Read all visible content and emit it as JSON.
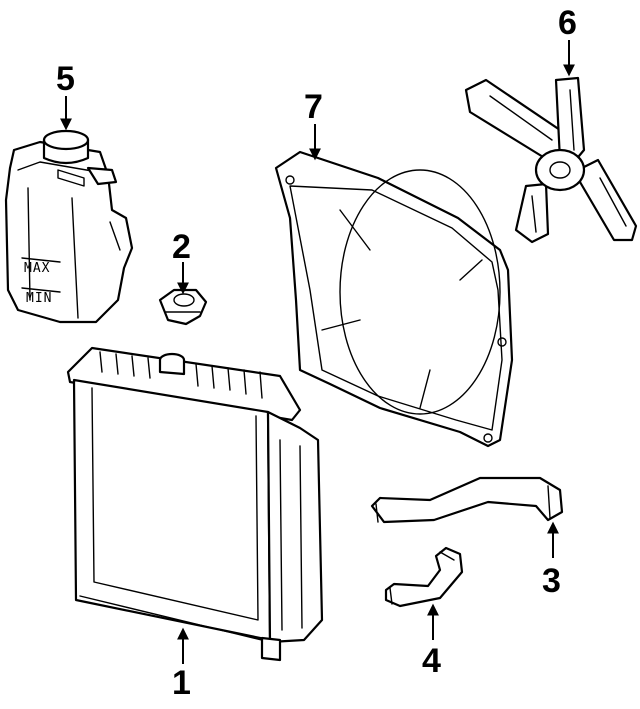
{
  "callouts": [
    {
      "id": "radiator",
      "label": "1"
    },
    {
      "id": "radiator-cap",
      "label": "2"
    },
    {
      "id": "upper-hose",
      "label": "3"
    },
    {
      "id": "lower-hose",
      "label": "4"
    },
    {
      "id": "reservoir",
      "label": "5"
    },
    {
      "id": "fan",
      "label": "6"
    },
    {
      "id": "shroud",
      "label": "7"
    }
  ],
  "reservoir": {
    "max_mark": "MAX",
    "min_mark": "MIN"
  },
  "colors": {
    "line": "#000000",
    "background": "#ffffff"
  }
}
